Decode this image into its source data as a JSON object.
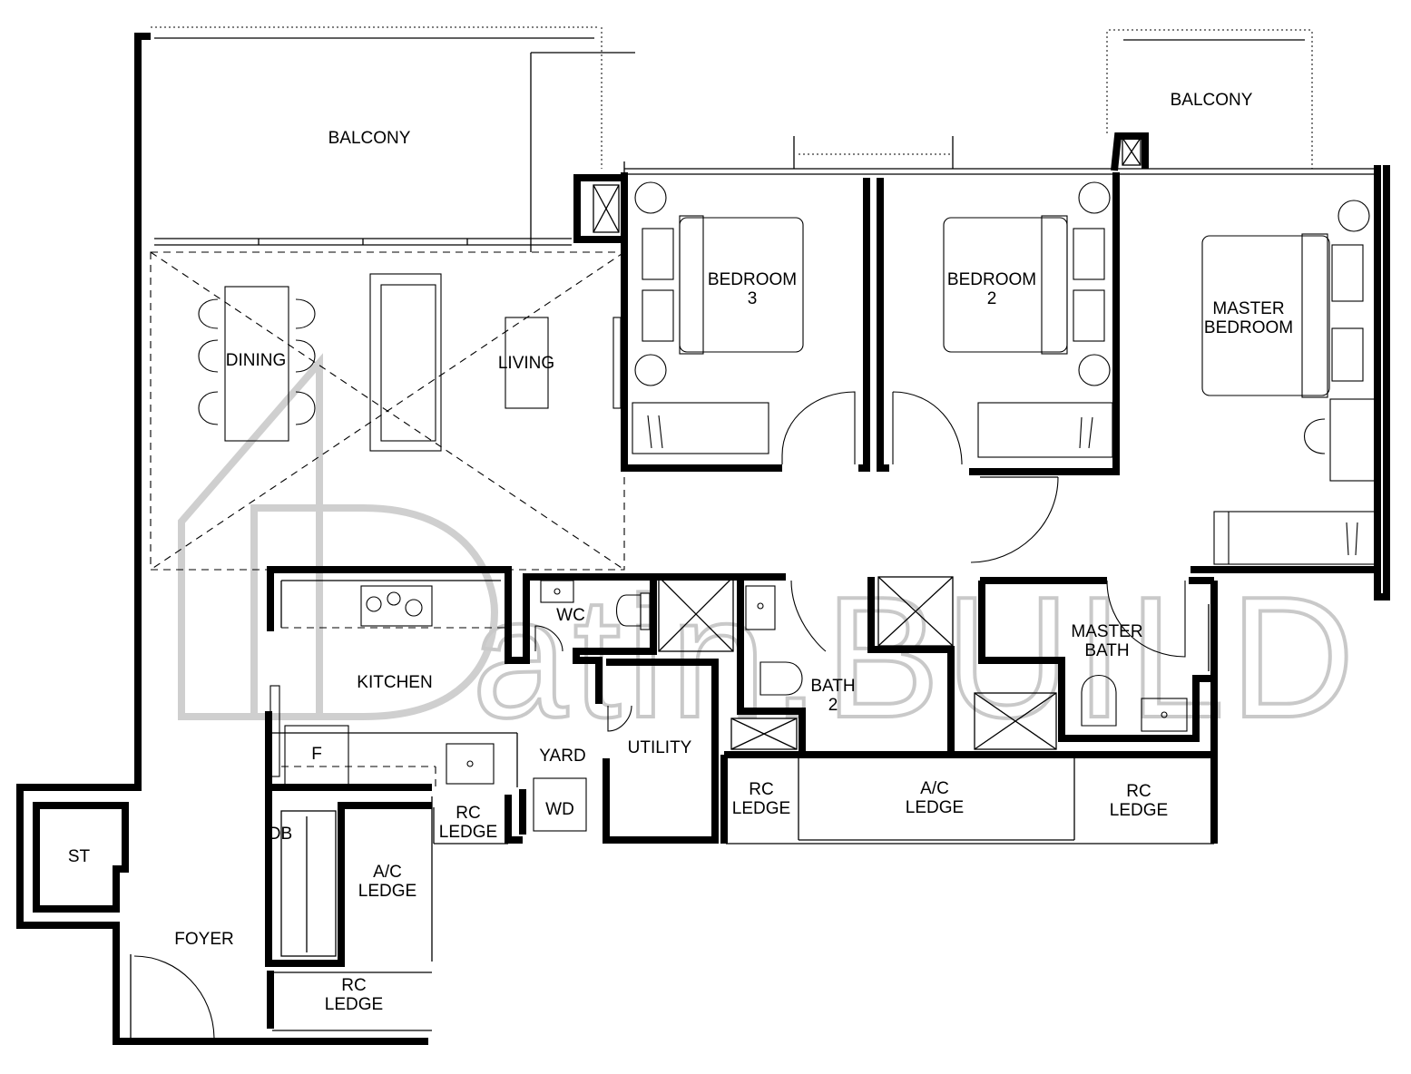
{
  "watermark": {
    "text": "atin.BUILD"
  },
  "rooms": {
    "balcony_living": "BALCONY",
    "balcony_master": "BALCONY",
    "dining": "DINING",
    "living": "LIVING",
    "bedroom3": [
      "BEDROOM",
      "3"
    ],
    "bedroom2": [
      "BEDROOM",
      "2"
    ],
    "master_bedroom": [
      "MASTER",
      "BEDROOM"
    ],
    "kitchen": "KITCHEN",
    "wc": "WC",
    "yard": "YARD",
    "utility": "UTILITY",
    "wd": "WD",
    "fridge": "F",
    "db": "DB",
    "st": "ST",
    "foyer": "FOYER",
    "bath2": [
      "BATH",
      "2"
    ],
    "master_bath": [
      "MASTER",
      "BATH"
    ],
    "rc_ledge_yard": [
      "RC",
      "LEDGE"
    ],
    "rc_ledge_bath": [
      "RC",
      "LEDGE"
    ],
    "ac_ledge_bath": [
      "A/C",
      "LEDGE"
    ],
    "rc_ledge_master": [
      "RC",
      "LEDGE"
    ],
    "ac_ledge_foyer": [
      "A/C",
      "LEDGE"
    ],
    "rc_ledge_foyer": [
      "RC",
      "LEDGE"
    ]
  }
}
